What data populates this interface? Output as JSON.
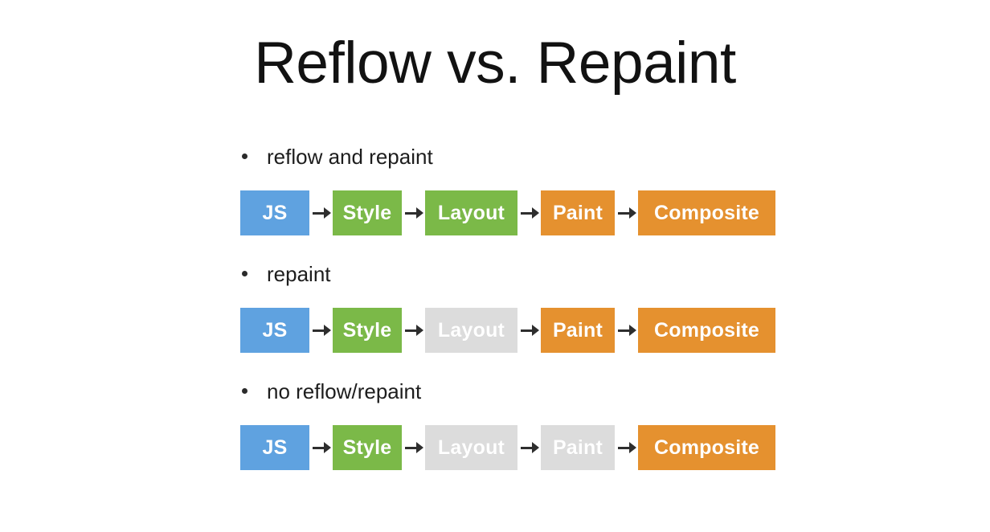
{
  "slide": {
    "title": "Reflow vs. Repaint",
    "background_color": "#ffffff",
    "title_color": "#121212"
  },
  "palette": {
    "blue": "#5fa2e0",
    "green": "#7bb948",
    "orange": "#e5912f",
    "grey": "#dcdcdc",
    "arrow": "#2e2e2e",
    "text_on_stage": "#ffffff",
    "bullet_text": "#1d1d1d"
  },
  "groups": [
    {
      "bullet": "reflow and repaint",
      "stages": [
        {
          "label": "JS",
          "state": "active",
          "color": "blue"
        },
        {
          "label": "Style",
          "state": "active",
          "color": "green"
        },
        {
          "label": "Layout",
          "state": "active",
          "color": "green"
        },
        {
          "label": "Paint",
          "state": "active",
          "color": "orange"
        },
        {
          "label": "Composite",
          "state": "active",
          "color": "orange"
        }
      ]
    },
    {
      "bullet": "repaint",
      "stages": [
        {
          "label": "JS",
          "state": "active",
          "color": "blue"
        },
        {
          "label": "Style",
          "state": "active",
          "color": "green"
        },
        {
          "label": "Layout",
          "state": "skipped",
          "color": "grey"
        },
        {
          "label": "Paint",
          "state": "active",
          "color": "orange"
        },
        {
          "label": "Composite",
          "state": "active",
          "color": "orange"
        }
      ]
    },
    {
      "bullet": "no reflow/repaint",
      "stages": [
        {
          "label": "JS",
          "state": "active",
          "color": "blue"
        },
        {
          "label": "Style",
          "state": "active",
          "color": "green"
        },
        {
          "label": "Layout",
          "state": "skipped",
          "color": "grey"
        },
        {
          "label": "Paint",
          "state": "skipped",
          "color": "grey"
        },
        {
          "label": "Composite",
          "state": "active",
          "color": "orange"
        }
      ]
    }
  ]
}
